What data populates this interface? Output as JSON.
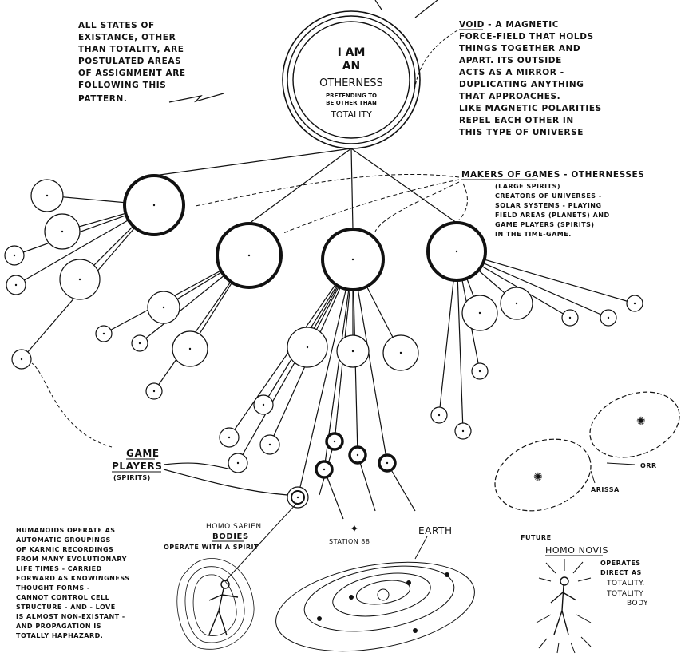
{
  "center_title": {
    "line1": "I AM",
    "line2": "AN",
    "line3": "OTHERNESS",
    "line4": "PRETENDING TO",
    "line5": "BE OTHER THAN",
    "line6": "TOTALITY"
  },
  "note_states": [
    "ALL STATES OF",
    "EXISTANCE, OTHER",
    "THAN TOTALITY, ARE",
    "POSTULATED AREAS",
    "OF ASSIGNMENT ARE",
    "FOLLOWING THIS",
    "PATTERN."
  ],
  "note_void": [
    "VOID - A MAGNETIC",
    "FORCE-FIELD THAT HOLDS",
    "THINGS TOGETHER AND",
    "APART. ITS OUTSIDE",
    "ACTS AS A MIRROR -",
    "DUPLICATING ANYTHING",
    "THAT APPROACHES.",
    "LIKE MAGNETIC POLARITIES",
    "REPEL EACH OTHER IN",
    "THIS TYPE OF UNIVERSE"
  ],
  "note_makers": [
    "MAKERS OF GAMES - OTHERNESSES",
    "(LARGE SPIRITS)",
    "CREATORS OF UNIVERSES -",
    "SOLAR SYSTEMS - PLAYING",
    "FIELD AREAS (PLANETS) AND",
    "GAME PLAYERS (SPIRITS)",
    "IN THE TIME-GAME."
  ],
  "label_game": "GAME",
  "label_players": "PLAYERS",
  "label_spirits": "(SPIRITS)",
  "label_homo_sapien": "HOMO SAPIEN",
  "label_bodies": "BODIES",
  "label_operate_spirit": "OPERATE WITH A SPIRIT",
  "label_station": "STATION 88",
  "label_earth": "EARTH",
  "label_future": "FUTURE",
  "label_homo_novis": "HOMO NOVIS",
  "label_novis_note": [
    "OPERATES",
    "DIRECT AS",
    "TOTALITY.",
    "TOTALITY",
    "BODY"
  ],
  "label_orr": "ORR",
  "label_arissa": "ARISSA",
  "note_humanoids": [
    "HUMANOIDS OPERATE AS",
    "AUTOMATIC GROUPINGS",
    "OF KARMIC RECORDINGS",
    "FROM MANY EVOLUTIONARY",
    "LIFE TIMES - CARRIED",
    "FORWARD AS KNOWINGNESS",
    "THOUGHT FORMS -",
    "CANNOT CONTROL CELL",
    "STRUCTURE - AND - LOVE",
    "IS ALMOST NON-EXISTANT -",
    "AND PROPAGATION IS",
    "TOTALLY HAPHAZARD."
  ]
}
